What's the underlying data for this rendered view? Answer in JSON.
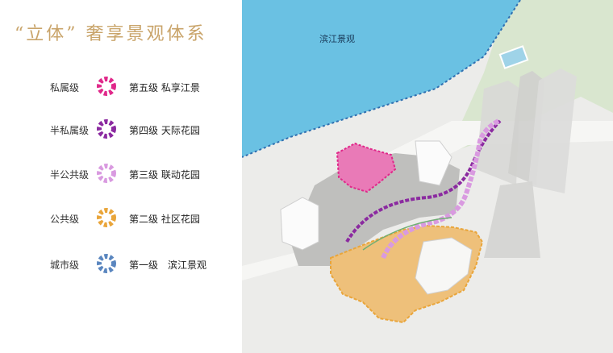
{
  "title": "“立体” 奢享景观体系",
  "map_label": "滨江景观",
  "colors": {
    "private": "#e0288a",
    "semi_private": "#8b2aa0",
    "semi_public": "#d99ae0",
    "public": "#e9a53a",
    "city": "#5a86bf",
    "water": "#6ac1e3",
    "gold_text": "#c9a46a"
  },
  "legend": [
    {
      "level": "私属级",
      "desc": "第五级 私享江景",
      "color": "#e0288a"
    },
    {
      "level": "半私属级",
      "desc": "第四级 天际花园",
      "color": "#8b2aa0"
    },
    {
      "level": "半公共级",
      "desc": "第三级 联动花园",
      "color": "#d99ae0"
    },
    {
      "level": "公共级",
      "desc": "第二级 社区花园",
      "color": "#e9a53a"
    },
    {
      "level": "城市级",
      "desc": "第一级　滨江景观",
      "color": "#5a86bf"
    }
  ]
}
